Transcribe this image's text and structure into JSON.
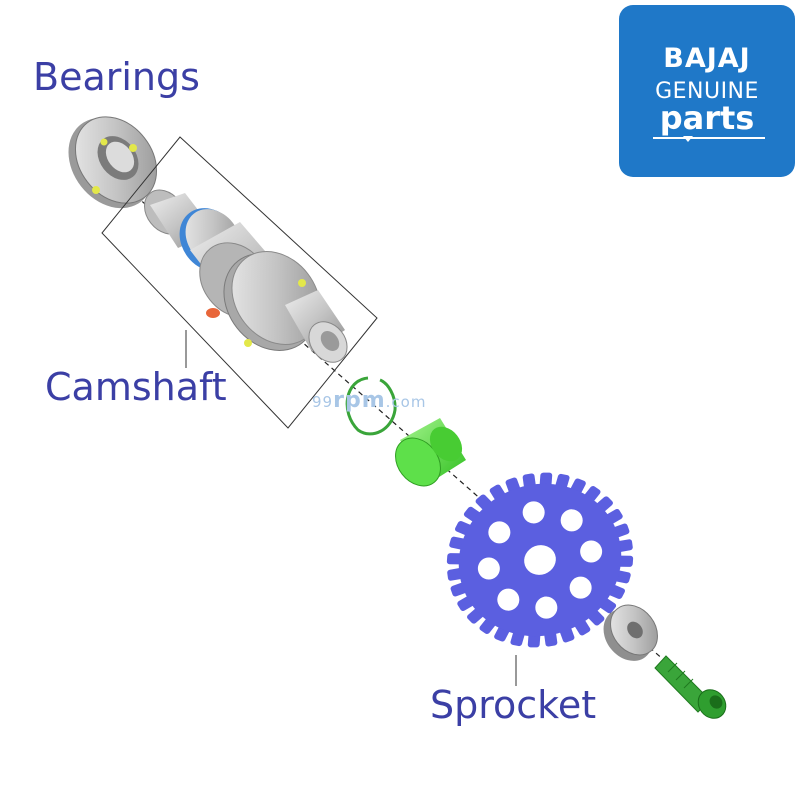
{
  "labels": {
    "bearings": "Bearings",
    "camshaft": "Camshaft",
    "sprocket": "Sprocket"
  },
  "logo": {
    "brand": "BAJAJ",
    "genuine": "GENUINE",
    "parts": "parts",
    "background": "#1f78c8"
  },
  "watermark": {
    "prefix": "99",
    "main": "rpm",
    "suffix": ".com"
  },
  "colors": {
    "label": "#3b3fa5",
    "sprocket": "#5b5fe0",
    "spacer": "#5ee04a",
    "bolt": "#3aa53a",
    "circlip": "#3aa53a",
    "metal": "#c9c9c9",
    "cam_band": "#3f86d6",
    "cam_marker": "#e8663a",
    "bearing_ball": "#e3e84a"
  }
}
